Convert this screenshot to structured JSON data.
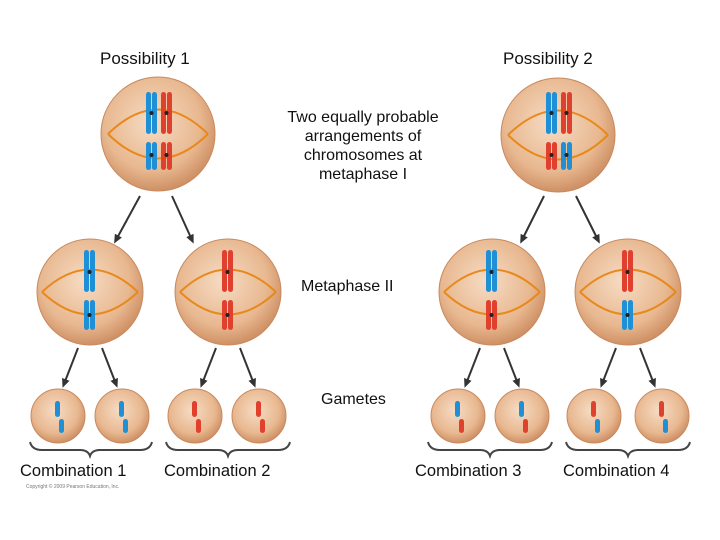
{
  "labels": {
    "possibility_1": "Possibility 1",
    "possibility_2": "Possibility 2",
    "metaphase_1_caption": "Two equally probable arrangements of chromosomes at metaphase I",
    "metaphase_1_caption_lines": [
      "Two equally probable",
      "arrangements of",
      "chromosomes at",
      "metaphase I"
    ],
    "metaphase_2_caption": "Metaphase II",
    "gametes_caption": "Gametes",
    "combinations": [
      "Combination 1",
      "Combination 2",
      "Combination 3",
      "Combination 4"
    ],
    "copyright": "Copyright © 2009 Pearson Education, Inc."
  },
  "colors": {
    "cell_fill": "#e6b48c",
    "cell_edge": "#c9895e",
    "spindle": "#e8891c",
    "maternal_chromosome": "#1f8fd6",
    "paternal_chromosome": "#e0412f",
    "arrow": "#333333",
    "bracket": "#444444"
  }
}
